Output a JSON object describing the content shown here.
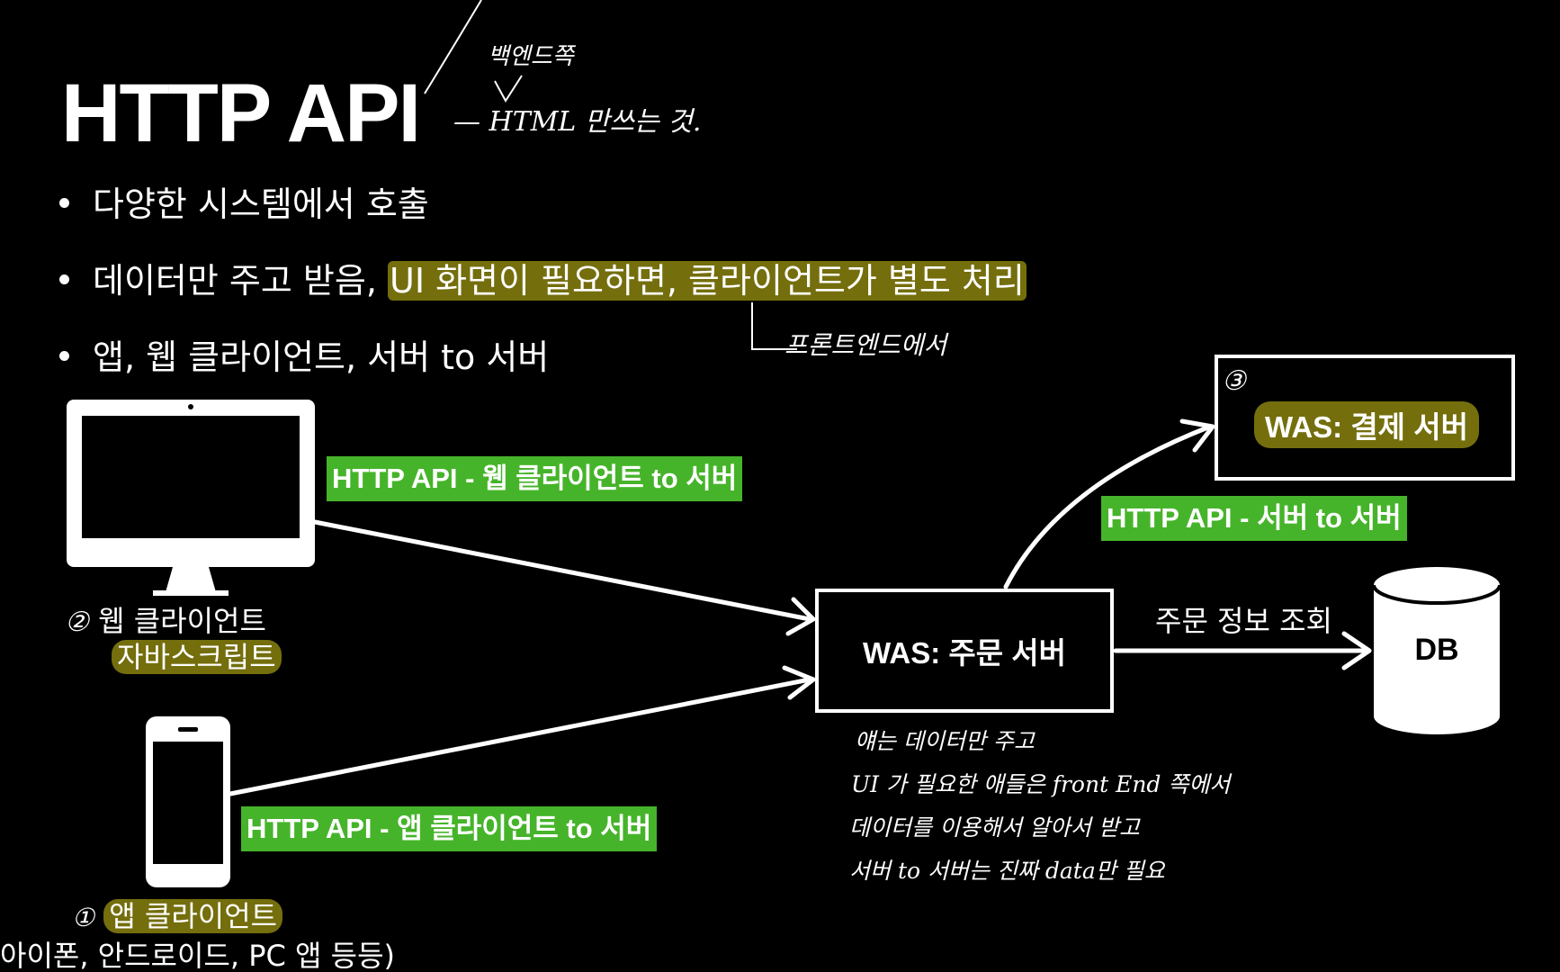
{
  "slide": {
    "title": "HTTP API",
    "title_note_top": "백엔드쪽",
    "title_note": "— HTML 만쓰는 것.",
    "bullets": [
      {
        "text": "다양한 시스템에서 호출"
      },
      {
        "text_plain": "데이터만 주고 받음, ",
        "text_highlight": "UI 화면이 필요하면, 클라이언트가 별도 처리"
      },
      {
        "text": "앱, 웹 클라이언트, 서버 to 서버"
      }
    ],
    "frontend_note": "프론트엔드에서"
  },
  "diagram": {
    "labels": {
      "web_link": "HTTP API - 웹 클라이언트 to 서버",
      "app_link": "HTTP API - 앱 클라이언트 to 서버",
      "server_link": "HTTP API - 서버 to 서버",
      "db_link": "주문 정보 조회"
    },
    "web_client": {
      "number": "②",
      "name": "웹 클라이언트",
      "sub": "자바스크립트"
    },
    "app_client": {
      "number": "①",
      "name": "앱 클라이언트",
      "sub": "아이폰, 안드로이드, PC 앱 등등)"
    },
    "order_server": "WAS: 주문 서버",
    "payment_server": {
      "number": "③",
      "name": "WAS: 결제 서버"
    },
    "db": "DB",
    "handwritten_notes": [
      "얘는 데이터만 주고",
      "UI 가 필요한 애들은 front End 쪽에서",
      "데이터를 이용해서 알아서 받고",
      "서버 to 서버는 진짜 data만 필요"
    ]
  },
  "colors": {
    "background": "#000000",
    "label_green": "#46b42a",
    "highlight_olive": "#7a740e",
    "foreground": "#ffffff"
  }
}
